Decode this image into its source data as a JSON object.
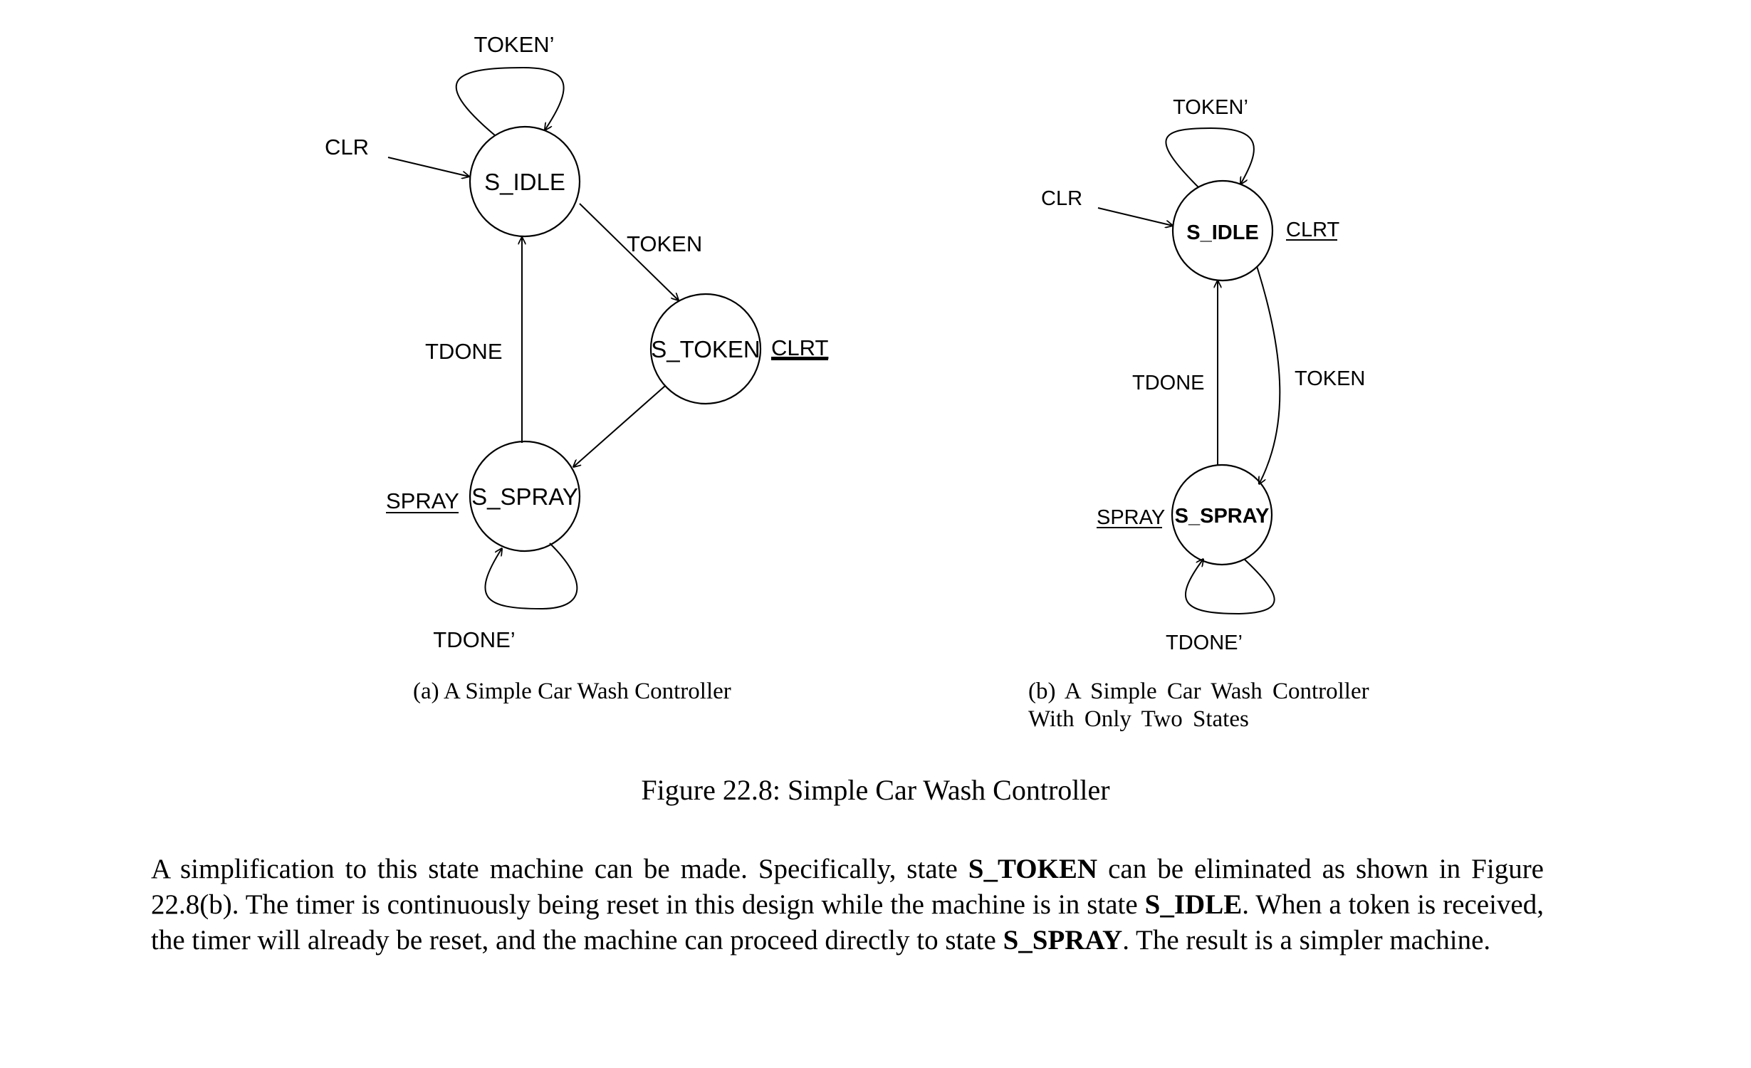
{
  "diagram_a": {
    "states": {
      "idle": "S_IDLE",
      "token": "S_TOKEN",
      "spray": "S_SPRAY"
    },
    "outputs": {
      "token_state": "CLRT",
      "spray_state": "SPRAY"
    },
    "transitions": {
      "clr": "CLR",
      "idle_self": "TOKEN’",
      "idle_to_token": "TOKEN",
      "spray_to_idle": "TDONE",
      "spray_self": "TDONE’"
    },
    "caption": "(a)  A Simple Car Wash Controller"
  },
  "diagram_b": {
    "states": {
      "idle": "S_IDLE",
      "spray": "S_SPRAY"
    },
    "outputs": {
      "idle_state": "CLRT",
      "spray_state": "SPRAY"
    },
    "transitions": {
      "clr": "CLR",
      "idle_self": "TOKEN’",
      "idle_to_spray": "TOKEN",
      "spray_to_idle": "TDONE",
      "spray_self": "TDONE’"
    },
    "caption_line1": "(b)  A Simple Car Wash Controller",
    "caption_line2": "With Only Two States"
  },
  "figure_title": "Figure 22.8: Simple Car Wash Controller",
  "paragraph": {
    "t1": "A simplification to this state machine can be made.  Specifically, state ",
    "b1": "S_TOKEN",
    "t2": " can be eliminated as shown in Figure 22.8(b).  The timer is continuously being reset in this design while the machine is in state ",
    "b2": "S_IDLE",
    "t3": ". When a token is received, the timer will already be reset, and the machine can proceed directly to state ",
    "b3": "S_SPRAY",
    "t4": ". The result is a simpler machine."
  }
}
